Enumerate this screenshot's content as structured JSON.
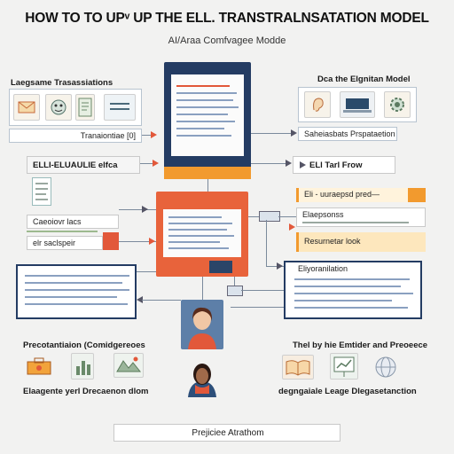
{
  "title": "HOW TO TO UPᵛ UP THE ELL. TRANSTRALNSATATION MODEL",
  "subtitle": "AI/Araa Comfvagee Modde",
  "left_top": {
    "heading": "Laegsame Trasassiations",
    "caption": "Tranaiontiae [0]"
  },
  "right_top": {
    "heading": "Dca the Elgnitan Model",
    "caption": "Saheiasbats Prspataetion"
  },
  "left_mid": {
    "banner": "ELLI-ELUAULIE elfca",
    "label_a": "Caeoiovr lacs",
    "label_b": "elr saclspeir"
  },
  "right_mid": {
    "banner": "ELl Tarl Frow",
    "item_a": "Eli - uuraepsd pred—",
    "item_b": "Elaepsonss",
    "item_c": "Resurnetar look",
    "panel": "Eliyoranilation"
  },
  "bottom_left": {
    "heading": "Precotantiaion (Comidgereoes",
    "caption": "Elaagente yerl Drecaenon dlom"
  },
  "bottom_right": {
    "heading": "Thel by hie Emtider and Preoeece",
    "caption": "degngaiale Leage Dlegasetanction"
  },
  "footer": "Prejiciee Atrathom",
  "colors": {
    "orange": "#f29a2e",
    "navy": "#243c63",
    "accent_red": "#e2583a",
    "background": "#f2f2f1"
  },
  "icons": {
    "left_tiles": [
      "envelope-icon",
      "robot-face-icon",
      "document-icon",
      "list-icon"
    ],
    "right_tiles": [
      "ear-icon",
      "laptop-icon",
      "gear-icon"
    ],
    "bottom_left_tiles": [
      "toolbox-icon",
      "chart-icon",
      "map-icon"
    ],
    "bottom_right_tiles": [
      "open-book-icon",
      "chart-board-icon",
      "globe-icon"
    ]
  }
}
